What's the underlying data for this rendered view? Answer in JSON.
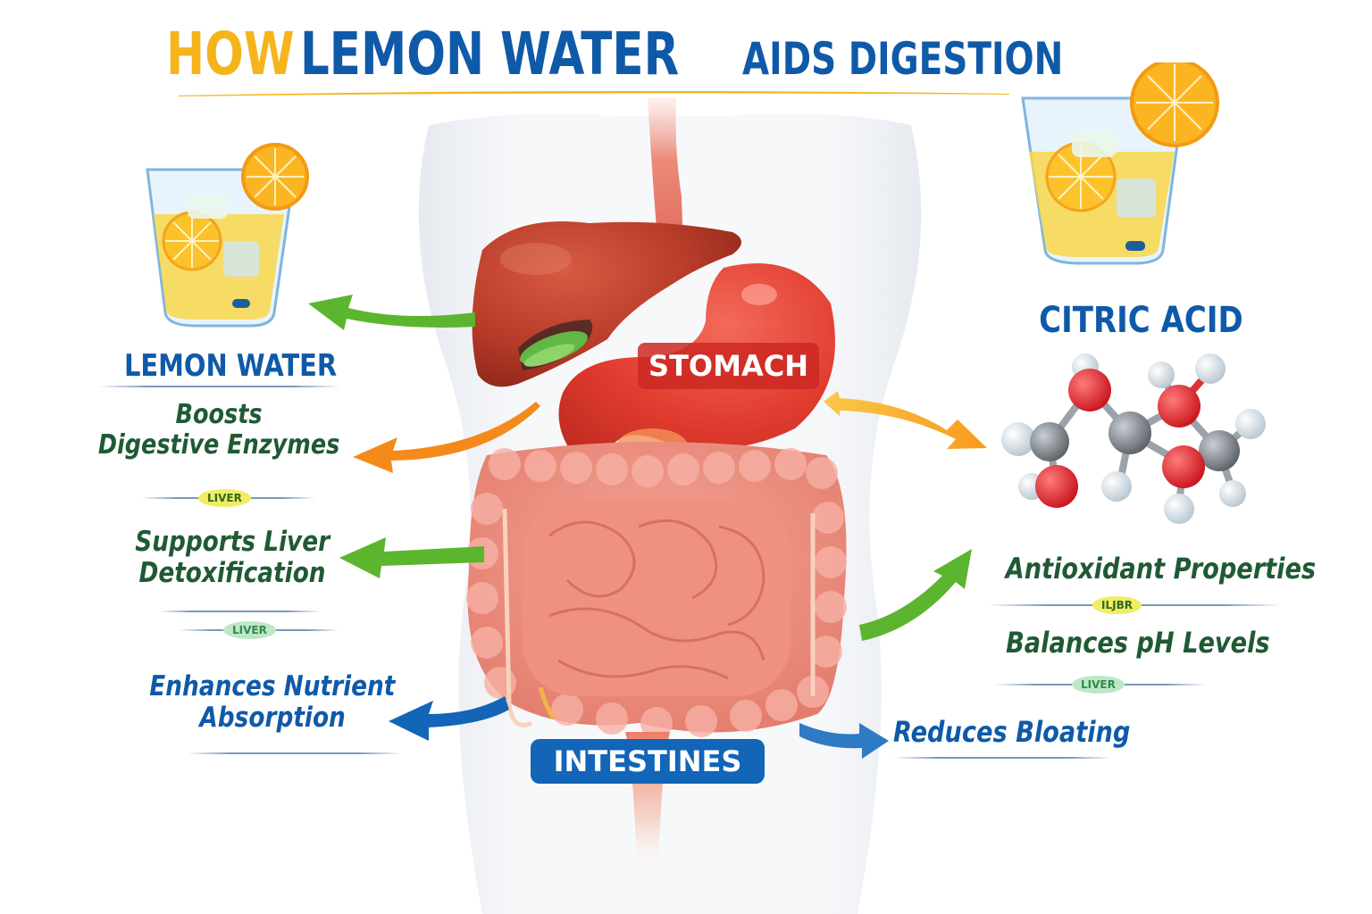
{
  "title": {
    "word_how": "HOW",
    "word_lemon_water": "LEMON WATER",
    "word_aids_digestion": "AIDS DIGESTION"
  },
  "colors": {
    "title_yellow": "#f5b41c",
    "title_blue": "#0f5aa8",
    "text_green": "#1f5a34",
    "arrow_green": "#5cb52e",
    "arrow_orange": "#f58a1c",
    "arrow_yellow_orange": "#f9a524",
    "arrow_blue": "#1265b7",
    "organ_red": "#d9362b",
    "intestine_pink": "#ee8a7c",
    "liver_brown": "#a83022"
  },
  "left_panel": {
    "heading": "LEMON WATER",
    "benefits": [
      {
        "line1": "Boosts",
        "line2": "Digestive Enzymes"
      },
      {
        "line1": "Supports Liver",
        "line2": "Detoxification"
      },
      {
        "line1": "Enhances Nutrient",
        "line2": "Absorption"
      }
    ],
    "dividers": [
      {
        "tag": "LIVER"
      },
      {
        "tag": "LIVER"
      }
    ]
  },
  "right_panel": {
    "heading": "CITRIC ACID",
    "benefits": [
      {
        "text": "Antioxidant Properties"
      },
      {
        "text": "Balances pH Levels"
      },
      {
        "text": "Reduces Bloating"
      }
    ],
    "dividers": [
      {
        "tag": "ILJBR"
      },
      {
        "tag": "LIVER"
      }
    ]
  },
  "organs": {
    "stomach_label": "STOMACH",
    "intestines_label": "INTESTINES"
  },
  "icons": {
    "left_glass": "lemon-water-glass-icon",
    "right_glass": "lemon-water-glass-icon",
    "molecule": "citric-acid-molecule-icon"
  }
}
